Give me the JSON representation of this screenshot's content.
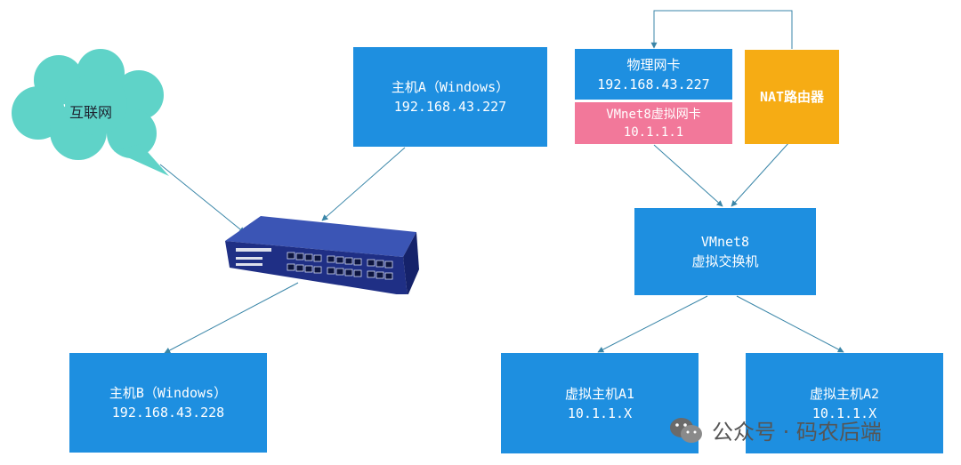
{
  "cloud": {
    "label": "互联网"
  },
  "host_a": {
    "name": "主机A（Windows）",
    "ip": "192.168.43.227"
  },
  "host_b": {
    "name": "主机B（Windows）",
    "ip": "192.168.43.228"
  },
  "physical_nic": {
    "name": "物理网卡",
    "ip": "192.168.43.227"
  },
  "vmnet8_nic": {
    "name": "VMnet8虚拟网卡",
    "ip": "10.1.1.1"
  },
  "nat_router": {
    "name": "NAT路由器"
  },
  "vswitch": {
    "line1": "VMnet8",
    "line2": "虚拟交换机"
  },
  "vm_a1": {
    "name": "虚拟主机A1",
    "ip": "10.1.1.X"
  },
  "vm_a2": {
    "name": "虚拟主机A2",
    "ip": "10.1.1.X"
  },
  "watermark": {
    "text": "公众号 · 码农后端"
  },
  "colors": {
    "box_blue": "#1e8fe0",
    "nic_pink": "#f2789a",
    "nat_orange": "#f6ac14",
    "cloud_teal": "#5fd3c8"
  }
}
